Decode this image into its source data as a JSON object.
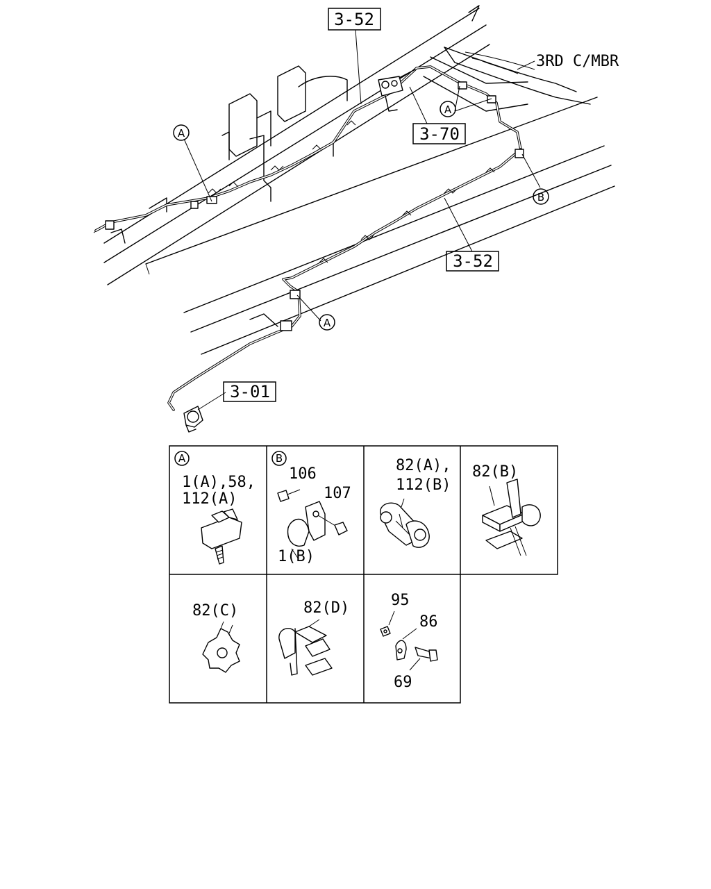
{
  "overview": {
    "ref_boxes": [
      "3-52",
      "3-70",
      "3-52",
      "3-01"
    ],
    "member_label": "3RD C/MBR",
    "callouts": [
      "A",
      "A",
      "A",
      "B"
    ]
  },
  "detail_table": {
    "cells": [
      {
        "marker": "A",
        "labels": [
          "1(A),58,",
          "112(A)"
        ]
      },
      {
        "marker": "B",
        "labels": [
          "106",
          "107",
          "1(B)"
        ]
      },
      {
        "marker": "",
        "labels": [
          "82(A),",
          "112(B)"
        ]
      },
      {
        "marker": "",
        "labels": [
          "82(B)"
        ]
      },
      {
        "marker": "",
        "labels": [
          "82(C)"
        ]
      },
      {
        "marker": "",
        "labels": [
          "82(D)"
        ]
      },
      {
        "marker": "",
        "labels": [
          "95",
          "86",
          "69"
        ]
      }
    ]
  }
}
